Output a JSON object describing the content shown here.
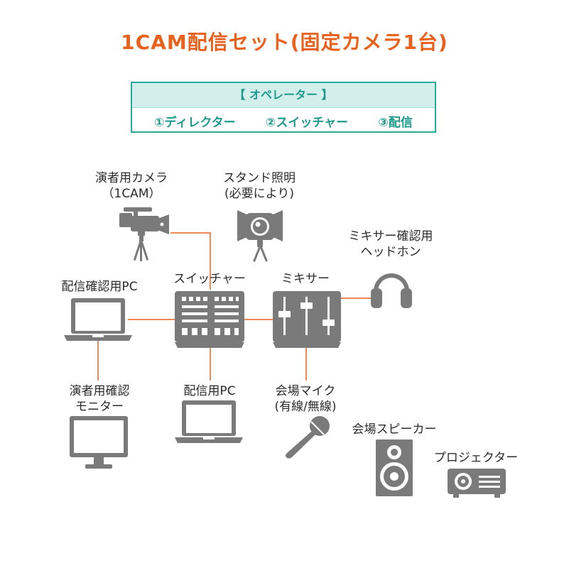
{
  "title": "1CAM配信セット(固定カメラ1台)",
  "operators": {
    "heading": "【 オペレーター 】",
    "roles": [
      "①ディレクター",
      "②スイッチャー",
      "③配信"
    ]
  },
  "devices": {
    "camera": {
      "line1": "演者用カメラ",
      "line2": "（1CAM）",
      "icon": "video-camera-icon"
    },
    "light": {
      "line1": "スタンド照明",
      "line2": "(必要により)",
      "icon": "stage-light-icon"
    },
    "headphones": {
      "line1": "ミキサー確認用",
      "line2": "ヘッドホン",
      "icon": "headphones-icon"
    },
    "confirm_pc": {
      "line1": "配信確認用PC",
      "icon": "laptop-icon"
    },
    "switcher": {
      "line1": "スイッチャー",
      "icon": "video-switcher-icon"
    },
    "mixer": {
      "line1": "ミキサー",
      "icon": "audio-mixer-icon"
    },
    "performer_monitor": {
      "line1": "演者用確認",
      "line2": "モニター",
      "icon": "monitor-icon"
    },
    "stream_pc": {
      "line1": "配信用PC",
      "icon": "laptop-icon"
    },
    "venue_mic": {
      "line1": "会場マイク",
      "line2": "(有線/無線)",
      "icon": "microphone-icon"
    },
    "venue_speaker": {
      "line1": "会場スピーカー",
      "icon": "speaker-icon"
    },
    "projector": {
      "line1": "プロジェクター",
      "icon": "projector-icon"
    }
  },
  "colors": {
    "title": "#e8621d",
    "accent": "#2aa89b",
    "connector": "#e8621d",
    "icon": "#7a7a7a"
  }
}
